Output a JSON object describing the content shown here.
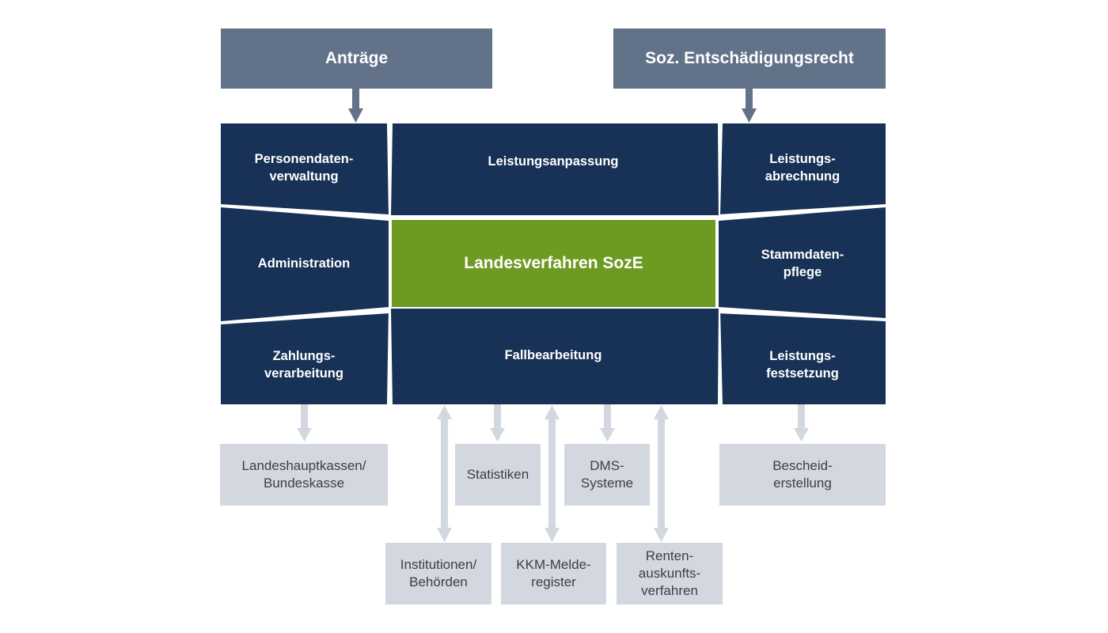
{
  "inputs": {
    "antraege": "Anträge",
    "soz_entschaedigungsrecht": "Soz. Entschädigungsrecht"
  },
  "core": {
    "center": "Landesverfahren SozE",
    "personendatenverwaltung": "Personendaten-\nverwaltung",
    "leistungsanpassung": "Leistungsanpassung",
    "leistungsabrechnung": "Leistungs-\nabrechnung",
    "administration": "Administration",
    "stammdatenpflege": "Stammdaten-\npflege",
    "zahlungsverarbeitung": "Zahlungs-\nverarbeitung",
    "fallbearbeitung": "Fallbearbeitung",
    "leistungsfestsetzung": "Leistungs-\nfestsetzung"
  },
  "external_systems": {
    "landeshauptkassen": "Landeshauptkassen/\nBundeskasse",
    "statistiken": "Statistiken",
    "dms_systeme": "DMS-\nSysteme",
    "bescheiderstellung": "Bescheid-\nerstellung",
    "institutionen": "Institutionen/\nBehörden",
    "kkm_melderegister": "KKM-Melde-\nregister",
    "rentenauskunftsverfahren": "Renten-\nauskunfts-\nverfahren"
  },
  "colors": {
    "header": "#627289",
    "core": "#183156",
    "center": "#6d9a21",
    "external": "#d3d7df",
    "arrow_dark": "#627289",
    "arrow_light": "#d3d7df"
  }
}
